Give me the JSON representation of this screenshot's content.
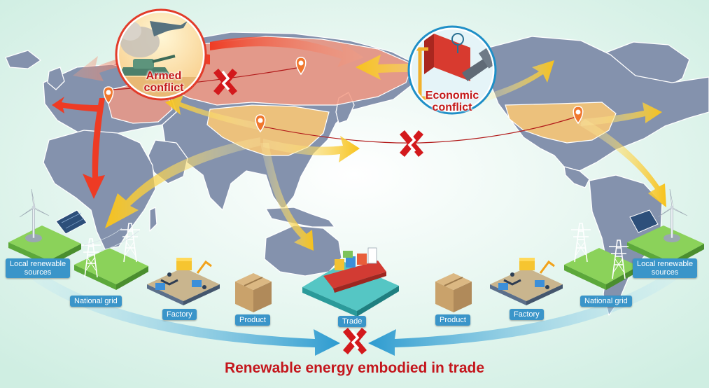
{
  "conflicts": {
    "armed": [
      "Armed",
      "conflict"
    ],
    "economic": [
      "Economic",
      "conflict"
    ]
  },
  "left_chain": {
    "local_sources": [
      "Local renewable",
      "sources"
    ],
    "national_grid": "National grid",
    "factory": "Factory",
    "product": "Product"
  },
  "right_chain": {
    "local_sources": [
      "Local renewable",
      "sources"
    ],
    "national_grid": "National grid",
    "factory": "Factory",
    "product": "Product"
  },
  "trade": "Trade",
  "caption": "Renewable energy embodied in trade",
  "colors": {
    "background": "#e6f6ef",
    "land": "#8492ad",
    "land_highlight_red": "#f39a84",
    "land_highlight_yellow": "#f7c777",
    "arrow_red": "#ee3b24",
    "arrow_yellow": "#f7c21b",
    "arrow_blue": "#3a9fcf",
    "label_blue": "#3a95c9",
    "conflict_mark": "#d3191c",
    "caption": "#c4161c"
  }
}
